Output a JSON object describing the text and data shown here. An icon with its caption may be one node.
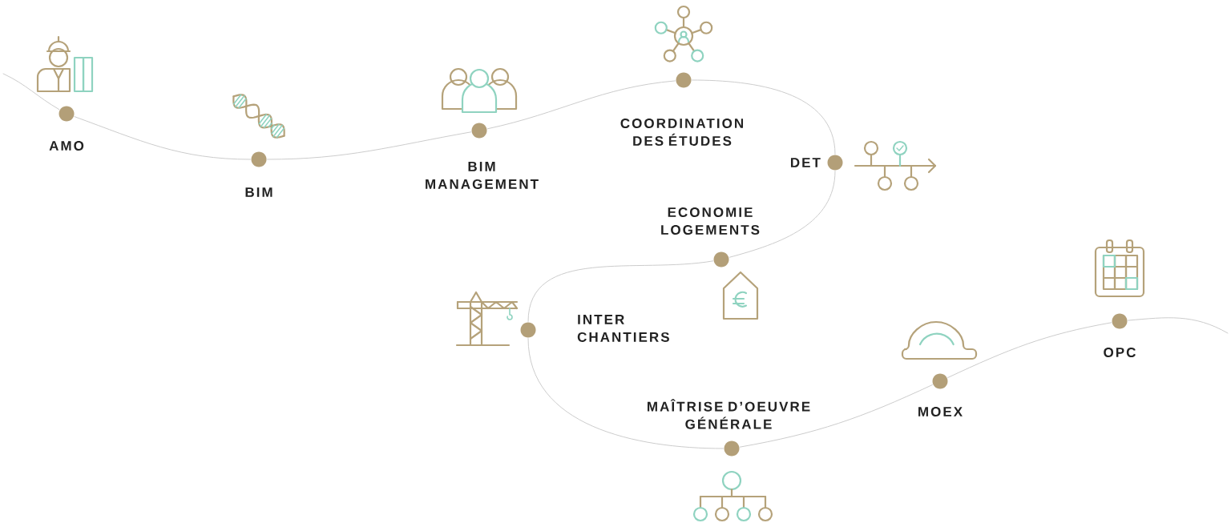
{
  "diagram": {
    "nodes": [
      {
        "text": [
          "AMO"
        ]
      },
      {
        "text": [
          "BIM"
        ]
      },
      {
        "text": [
          "BIM MANAGEMENT"
        ]
      },
      {
        "text": [
          "COORDINATION DES ÉTUDES"
        ]
      },
      {
        "text": [
          "DET"
        ]
      },
      {
        "text": [
          "ECONOMIE LOGEMENTS"
        ]
      },
      {
        "text": [
          "INTER CHANTIERS"
        ]
      },
      {
        "text": [
          "MAÎTRISE D’OEUVRE GÉNÉRALE"
        ]
      },
      {
        "text": [
          "MOEX"
        ]
      },
      {
        "text": [
          "OPC"
        ]
      }
    ],
    "edges": [
      {
        "from": null,
        "to": 0,
        "arrow": "none"
      },
      {
        "from": 0,
        "to": 1,
        "arrow": "none"
      },
      {
        "from": 1,
        "to": 2,
        "arrow": "none"
      },
      {
        "from": 2,
        "to": 3,
        "arrow": "none"
      },
      {
        "from": 3,
        "to": 4,
        "arrow": "none"
      },
      {
        "from": 4,
        "to": 5,
        "arrow": "none"
      },
      {
        "from": 5,
        "to": 6,
        "arrow": "none"
      },
      {
        "from": 6,
        "to": 7,
        "arrow": "none"
      },
      {
        "from": 7,
        "to": 8,
        "arrow": "none"
      },
      {
        "from": 8,
        "to": 9,
        "arrow": "none"
      },
      {
        "from": 9,
        "to": null,
        "arrow": "none"
      }
    ]
  }
}
